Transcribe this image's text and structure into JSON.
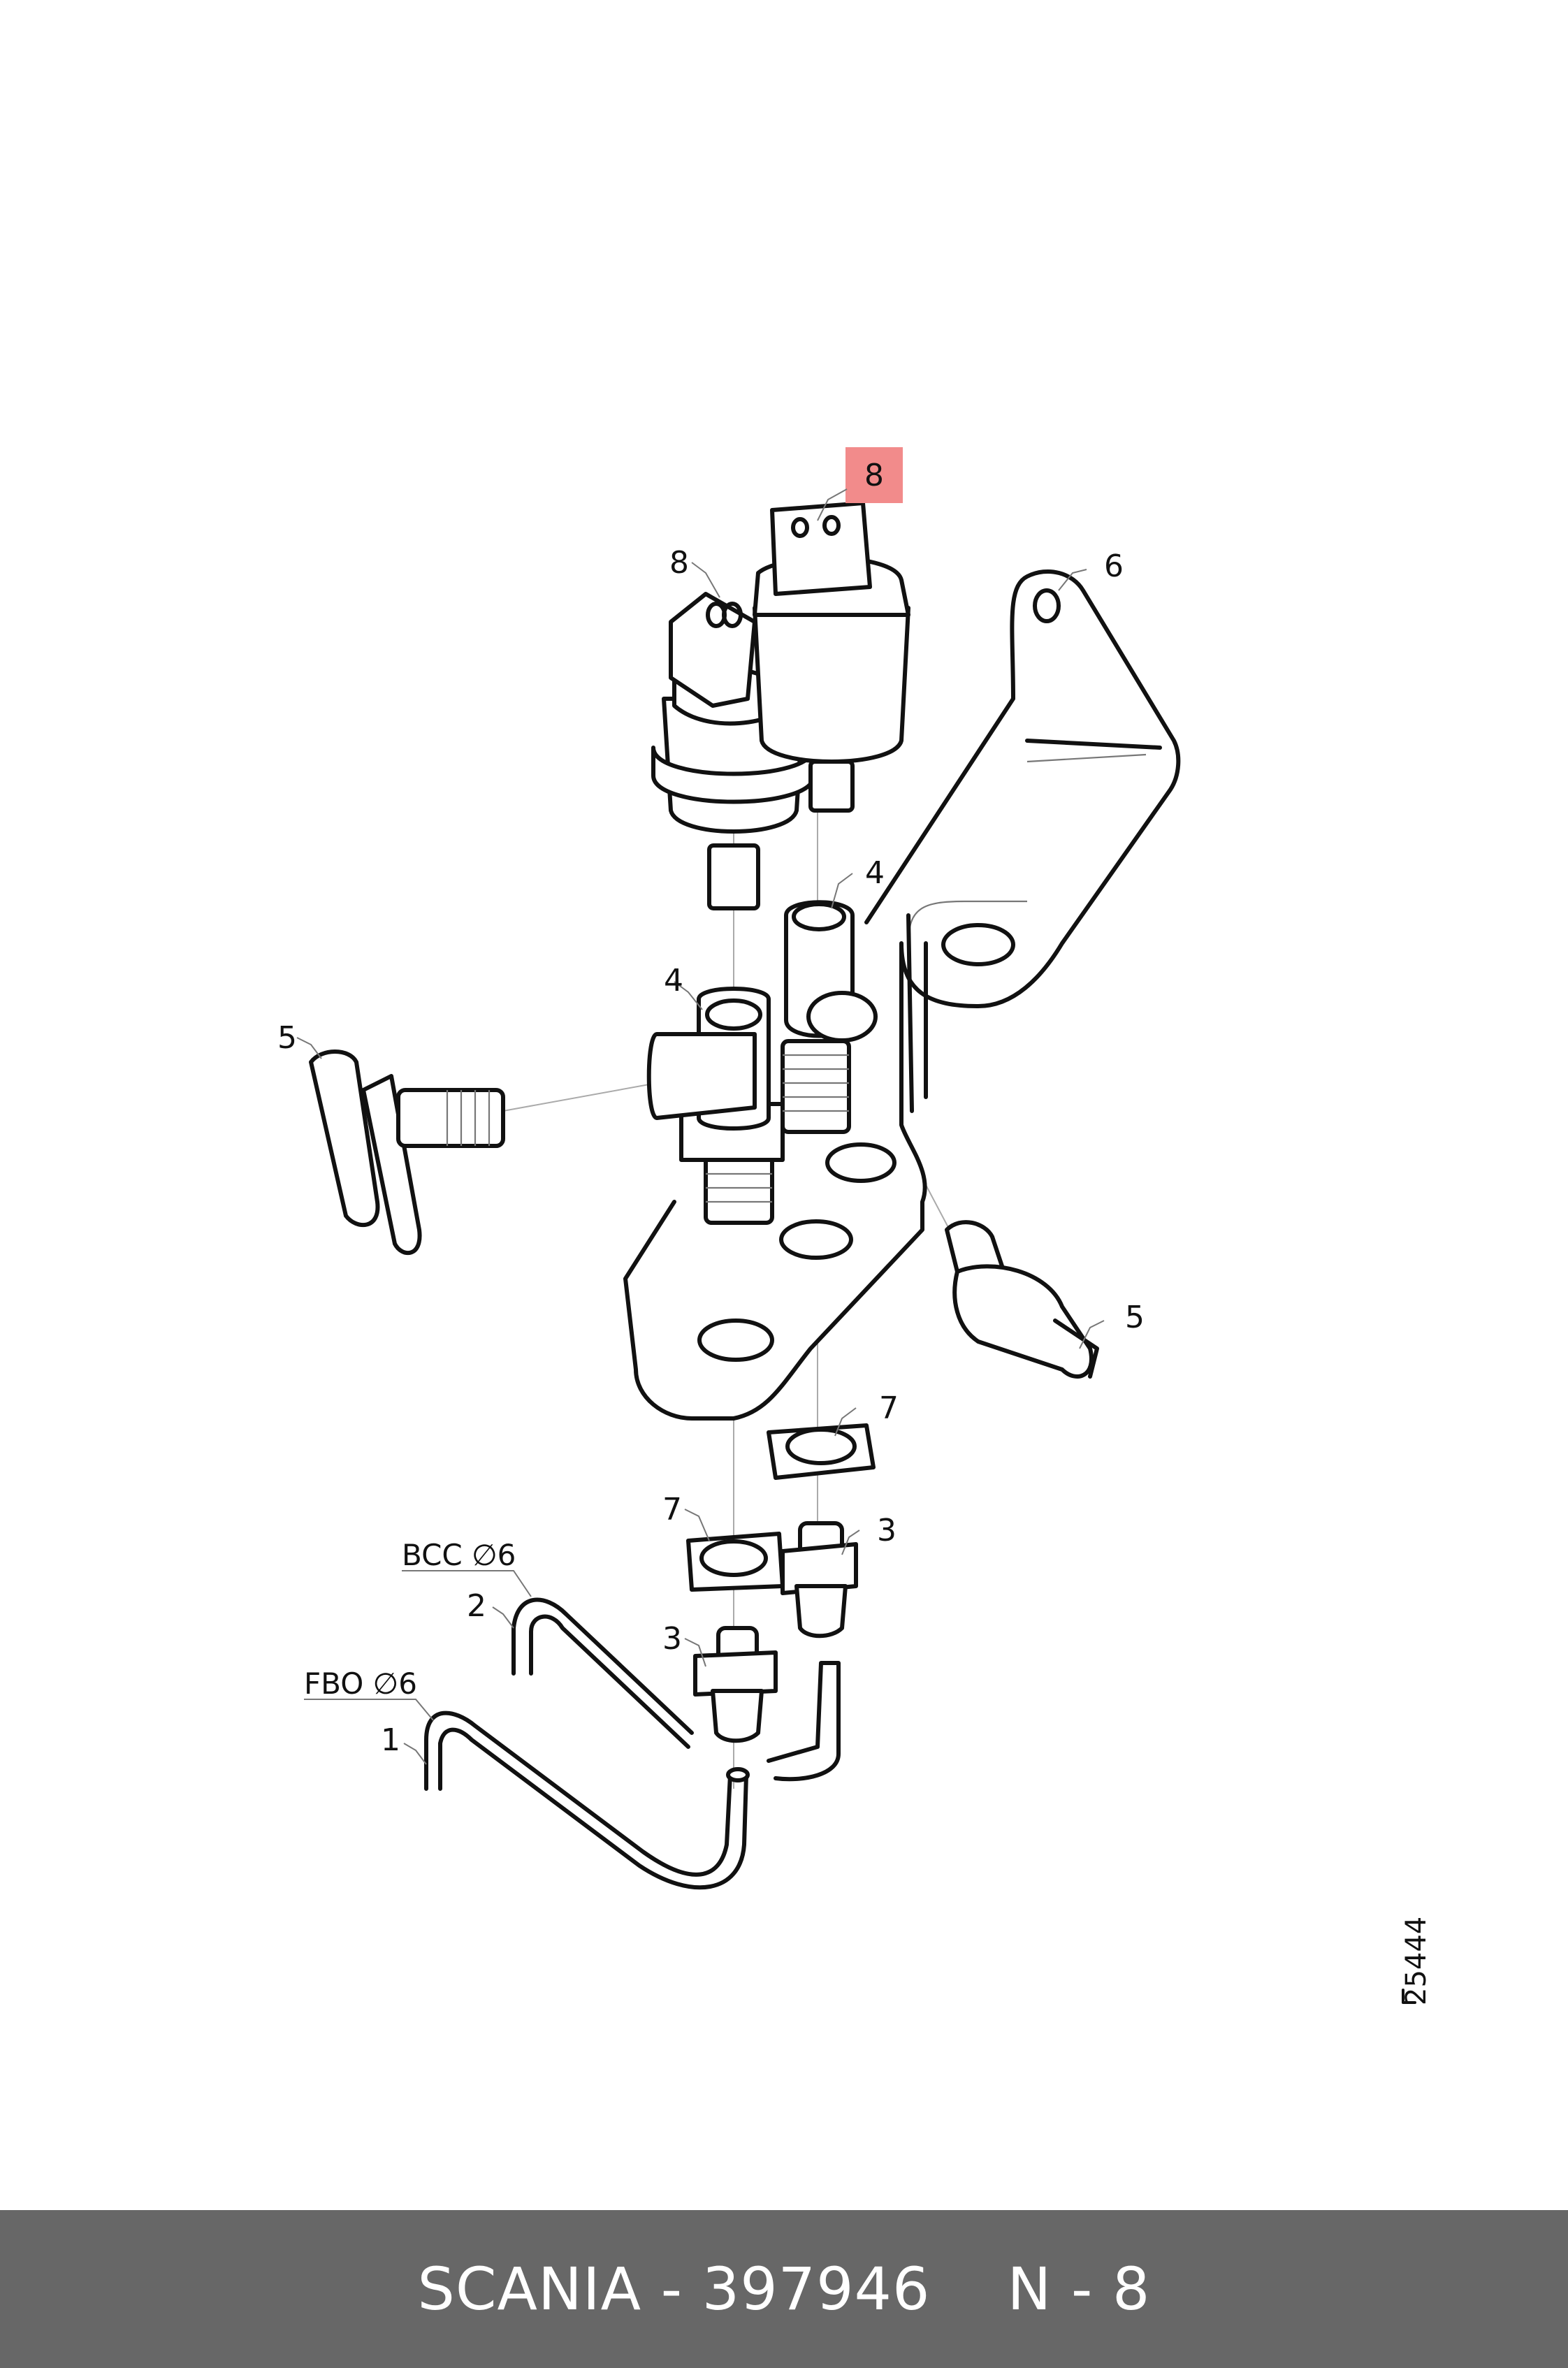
{
  "diagram": {
    "callouts": {
      "sensor_left": "8",
      "sensor_right": "8",
      "bracket": "6",
      "tee_upper": "4",
      "tee_lower": "4",
      "valve_left": "5",
      "valve_right": "5",
      "nut_upper": "7",
      "nut_lower": "7",
      "fitting_upper": "3",
      "fitting_lower": "3",
      "hose_upper": "2",
      "hose_lower": "1"
    },
    "highlight_color": "#f28b8b",
    "spec_bcc": "BCC ∅6",
    "spec_fbo": "FBO ∅6",
    "drawing_ref": "25444"
  },
  "footer": {
    "part_text": "SCANIA - 397946",
    "ref_text": "N - 8",
    "background": "#676767"
  }
}
